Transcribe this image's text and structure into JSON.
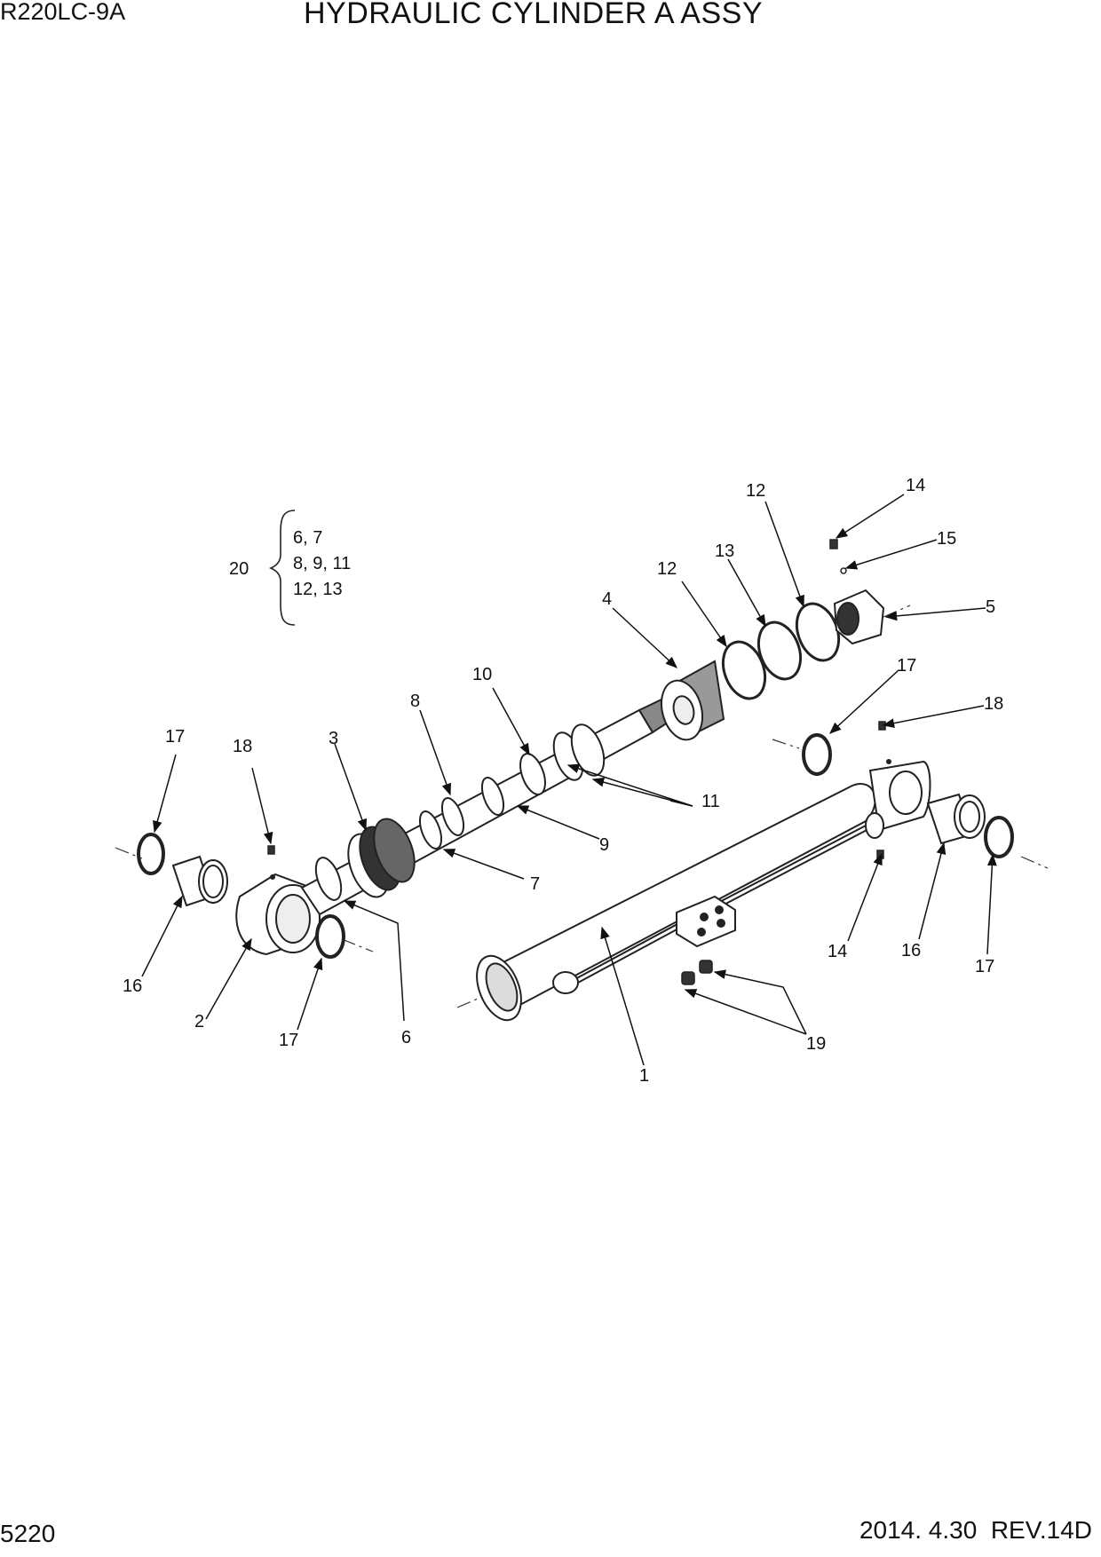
{
  "header": {
    "model": "R220LC-9A",
    "title": "HYDRAULIC CYLINDER A ASSY"
  },
  "footer": {
    "page_number": "5220",
    "revision": "2014. 4.30  REV.14D"
  },
  "kit_note": {
    "ref": "20",
    "lines": [
      "6, 7",
      "8, 9, 11",
      "12, 13"
    ]
  },
  "callouts": [
    {
      "id": "c12a",
      "label": "12"
    },
    {
      "id": "c14a",
      "label": "14"
    },
    {
      "id": "c15",
      "label": "15"
    },
    {
      "id": "c13",
      "label": "13"
    },
    {
      "id": "c12b",
      "label": "12"
    },
    {
      "id": "c4",
      "label": "4"
    },
    {
      "id": "c5",
      "label": "5"
    },
    {
      "id": "c10",
      "label": "10"
    },
    {
      "id": "c8",
      "label": "8"
    },
    {
      "id": "c3",
      "label": "3"
    },
    {
      "id": "c18a",
      "label": "18"
    },
    {
      "id": "c17a",
      "label": "17"
    },
    {
      "id": "c17b",
      "label": "17"
    },
    {
      "id": "c18b",
      "label": "18"
    },
    {
      "id": "c11",
      "label": "11"
    },
    {
      "id": "c9",
      "label": "9"
    },
    {
      "id": "c7",
      "label": "7"
    },
    {
      "id": "c16a",
      "label": "16"
    },
    {
      "id": "c2",
      "label": "2"
    },
    {
      "id": "c17c",
      "label": "17"
    },
    {
      "id": "c6",
      "label": "6"
    },
    {
      "id": "c14b",
      "label": "14"
    },
    {
      "id": "c16b",
      "label": "16"
    },
    {
      "id": "c17d",
      "label": "17"
    },
    {
      "id": "c19",
      "label": "19"
    },
    {
      "id": "c1",
      "label": "1"
    }
  ]
}
